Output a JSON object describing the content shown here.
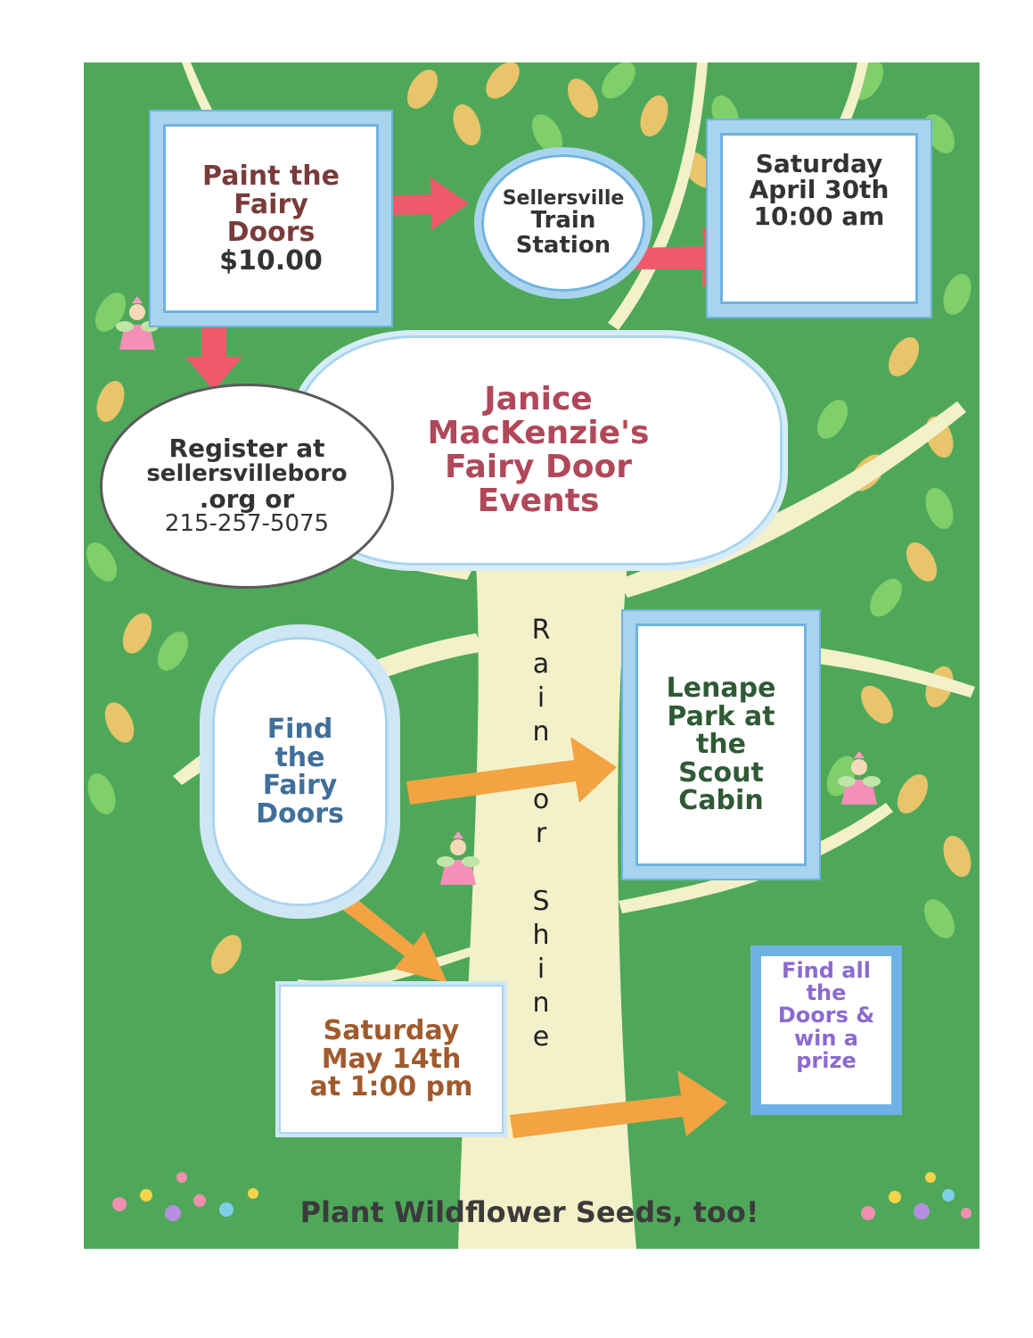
{
  "title_lines": [
    "Janice",
    "MacKenzie's",
    "Fairy Door",
    "Events"
  ],
  "paint": {
    "lines": [
      "Paint the",
      "Fairy",
      "Doors",
      "$10.00"
    ]
  },
  "station": {
    "lines": [
      "Sellersville",
      "Train",
      "Station"
    ]
  },
  "date1": {
    "lines": [
      "Saturday",
      "April 30th",
      "10:00 am"
    ]
  },
  "register": {
    "lines": [
      "Register at",
      "sellersvilleboro",
      ".org or",
      "215-257-5075"
    ]
  },
  "find": {
    "lines": [
      "Find",
      "the",
      "Fairy",
      "Doors"
    ]
  },
  "park": {
    "lines": [
      "Lenape",
      "Park at",
      "the",
      "Scout",
      "Cabin"
    ]
  },
  "date2": {
    "lines": [
      "Saturday",
      "May 14th",
      "at 1:00 pm"
    ]
  },
  "prize": {
    "lines": [
      "Find all",
      "the",
      "Doors &",
      "win a",
      "prize"
    ]
  },
  "rain_letters": [
    "R",
    "a",
    "i",
    "n",
    "",
    "o",
    "r",
    "",
    "S",
    "h",
    "i",
    "n",
    "e"
  ],
  "footer": "Plant Wildflower Seeds, too!",
  "colors": {
    "background": "#4fa85a",
    "trunk": "#f3f1c9",
    "frame": "#a9d4ef",
    "pink_arrow": "#ef5a6a",
    "orange_arrow": "#f3a342"
  },
  "icons": [
    "fairy-icon",
    "flower-icon",
    "arrow-icon"
  ]
}
